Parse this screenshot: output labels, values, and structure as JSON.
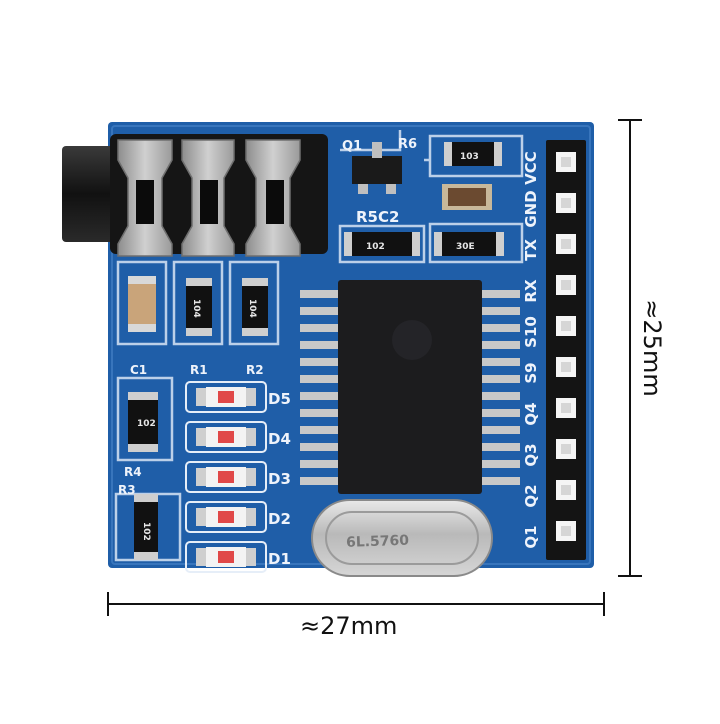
{
  "dimensions": {
    "width_label": "≈27mm",
    "height_label": "≈25mm"
  },
  "board": {
    "color": "#1f5ea8",
    "silkscreen_color": "#e6eef8",
    "chip_color": "#1c1c1e",
    "header_pin_count": 10,
    "led_labels": [
      "D5",
      "D4",
      "D3",
      "D2",
      "D1"
    ],
    "pin_labels": [
      "VCC",
      "GND",
      "TX",
      "RX",
      "S10",
      "S9",
      "Q4",
      "Q3",
      "Q2",
      "Q1"
    ],
    "silk_labels": [
      "Q1",
      "R6",
      "R5C2",
      "C1",
      "R1",
      "R2",
      "R4",
      "R3"
    ],
    "resistor_codes": [
      "103",
      "102",
      "104",
      "104",
      "102",
      "102",
      "30E"
    ],
    "crystal_marking": "6L.5760"
  }
}
